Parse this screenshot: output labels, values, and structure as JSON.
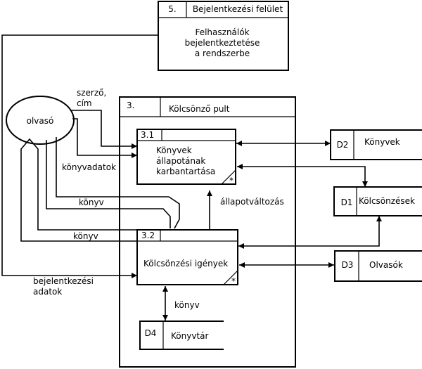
{
  "process5": {
    "number": "5.",
    "title": "Bejelentkezési felület",
    "body": [
      "Felhasználók",
      "bejelentkeztetése",
      "a rendszerbe"
    ]
  },
  "process3": {
    "number": "3.",
    "title": "Kölcsönző pult"
  },
  "process31": {
    "number": "3.1",
    "body": [
      "Könyvek",
      "állapotának",
      "karbantartása"
    ],
    "mark": "*"
  },
  "process32": {
    "number": "3.2",
    "body": [
      "Kölcsönzési igények"
    ],
    "mark": "*"
  },
  "entity": {
    "label": "olvasó"
  },
  "stores": {
    "d2": {
      "id": "D2",
      "name": "Könyvek"
    },
    "d1": {
      "id": "D1",
      "name": "Kölcsönzések"
    },
    "d3": {
      "id": "D3",
      "name": "Olvasók"
    },
    "d4": {
      "id": "D4",
      "name": "Könyvtár"
    }
  },
  "flows": {
    "szerzo_cim": [
      "szerző,",
      "cím"
    ],
    "konyvadatok": "könyvadatok",
    "konyv_a": "könyv",
    "konyv_b": "könyv",
    "allapotvaltozas": "állapotváltozás",
    "bejelentkezesi": [
      "bejelentkezési",
      "adatok"
    ],
    "konyv_d4": "könyv"
  }
}
